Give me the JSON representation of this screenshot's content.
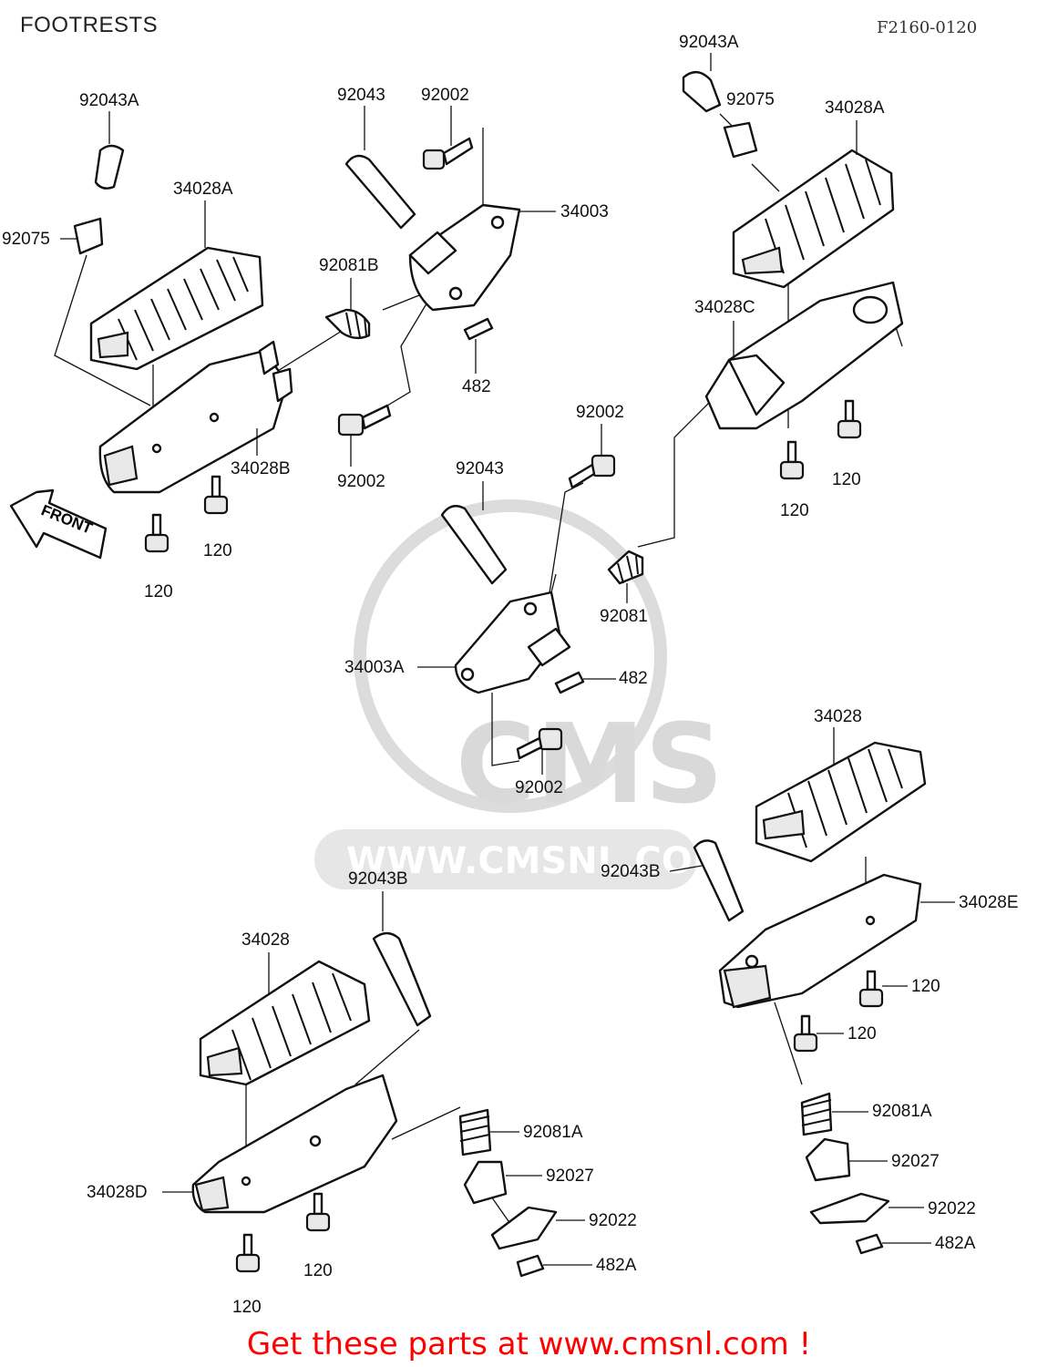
{
  "header": {
    "title": "FOOTRESTS",
    "figure_code": "F2160-0120"
  },
  "front_arrow": {
    "label": "FRONT"
  },
  "watermark": {
    "brand": "CMS",
    "url": "WWW.CMSNL.COM"
  },
  "call_to_action": "Get these parts at www.cmsnl.com !",
  "part_labels": {
    "p1": "92043A",
    "p2": "92075",
    "p3": "34028A",
    "p4": "34028B",
    "p5": "120",
    "p6": "120",
    "p7": "92043",
    "p8": "92002",
    "p9": "34003",
    "p10": "92081B",
    "p11": "482",
    "p12": "92002",
    "p13": "92043A",
    "p14": "92075",
    "p15": "34028A",
    "p16": "34028C",
    "p17": "120",
    "p18": "120",
    "p19": "92002",
    "p20": "92043",
    "p21": "92081",
    "p22": "34003A",
    "p23": "482",
    "p24": "92002",
    "p25": "34028",
    "p26": "92043B",
    "p27": "34028E",
    "p28": "120",
    "p29": "120",
    "p30": "92081A",
    "p31": "92027",
    "p32": "92022",
    "p33": "482A",
    "p34": "92043B",
    "p35": "34028",
    "p36": "92081A",
    "p37": "92027",
    "p38": "34028D",
    "p39": "92022",
    "p40": "120",
    "p41": "482A",
    "p42": "120"
  }
}
